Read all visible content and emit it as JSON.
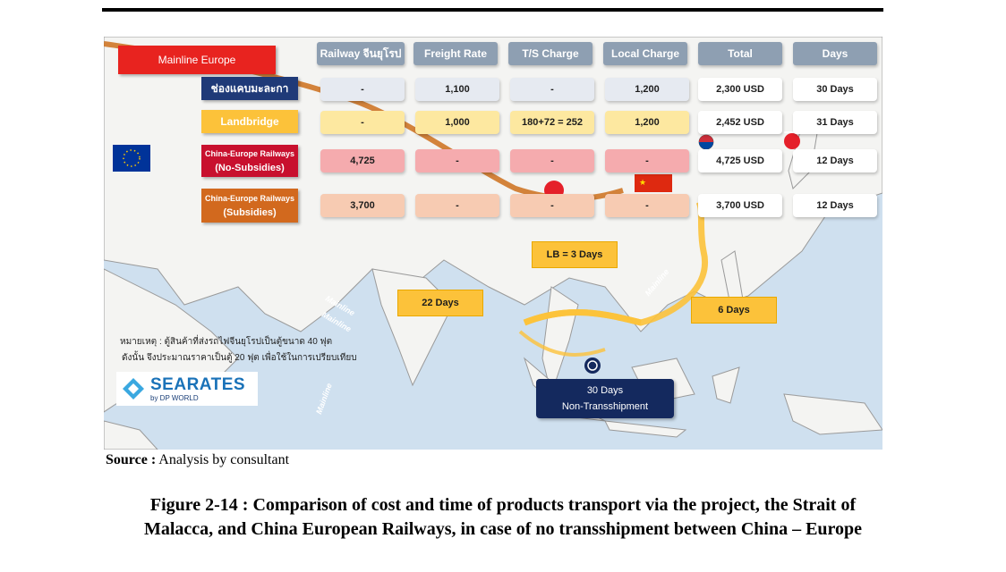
{
  "figure": {
    "headers": [
      "Railway จีนยุโรป",
      "Freight Rate",
      "T/S Charge",
      "Local Charge",
      "Total",
      "Days"
    ],
    "rows": [
      {
        "label": "Mainline Europe",
        "cells": [
          "",
          "",
          "",
          "",
          "",
          ""
        ]
      },
      {
        "label": "ช่องแคบมะละกา",
        "cells": [
          "-",
          "1,100",
          "-",
          "1,200",
          "2,300 USD",
          "30 Days"
        ]
      },
      {
        "label": "Landbridge",
        "cells": [
          "-",
          "1,000",
          "180+72 = 252",
          "1,200",
          "2,452 USD",
          "31 Days"
        ]
      },
      {
        "label_line1": "China-Europe Railways",
        "label_line2": "(No-Subsidies)",
        "cells": [
          "4,725",
          "-",
          "-",
          "-",
          "4,725 USD",
          "12 Days"
        ]
      },
      {
        "label_line1": "China-Europe Railways",
        "label_line2": "(Subsidies)",
        "cells": [
          "3,700",
          "-",
          "-",
          "-",
          "3,700 USD",
          "12 Days"
        ]
      }
    ],
    "tags": {
      "lb_days": "LB = 3  Days",
      "days_22": "22  Days",
      "days_6": "6  Days",
      "non_ts_line1": "30 Days",
      "non_ts_line2": "Non-Transshipment"
    },
    "mainline_labels": [
      "Mainline",
      "Mainline",
      "Mainline",
      "Mainline"
    ],
    "note": {
      "line1": "หมายเหตุ : ตู้สินค้าที่ส่งรถไฟจีนยุโรปเป็นตู้ขนาด 40 ฟุต",
      "line2": "ดังนั้น จึงประมาณราคาเป็นตู้ 20 ฟุต เพื่อใช้ในการเปรียบเทียบ"
    },
    "logo": {
      "name": "SEARATES",
      "sub": "by DP WORLD"
    },
    "colors": {
      "header": "#8e9fb2",
      "mainline_europe": "#e8231f",
      "malacca": "#1f3a78",
      "landbridge": "#fcc23a",
      "no_subsidies": "#c8102e",
      "subsidies": "#d2691e",
      "route": "#fcc23a",
      "non_ts_box": "#14295e"
    }
  },
  "source": {
    "label": "Source :",
    "text": " Analysis by consultant"
  },
  "caption": {
    "line1": "Figure 2-14 : Comparison of cost and time of products transport via the project, the Strait of",
    "line2": "Malacca, and China European Railways, in case of no transshipment between China – Europe"
  }
}
